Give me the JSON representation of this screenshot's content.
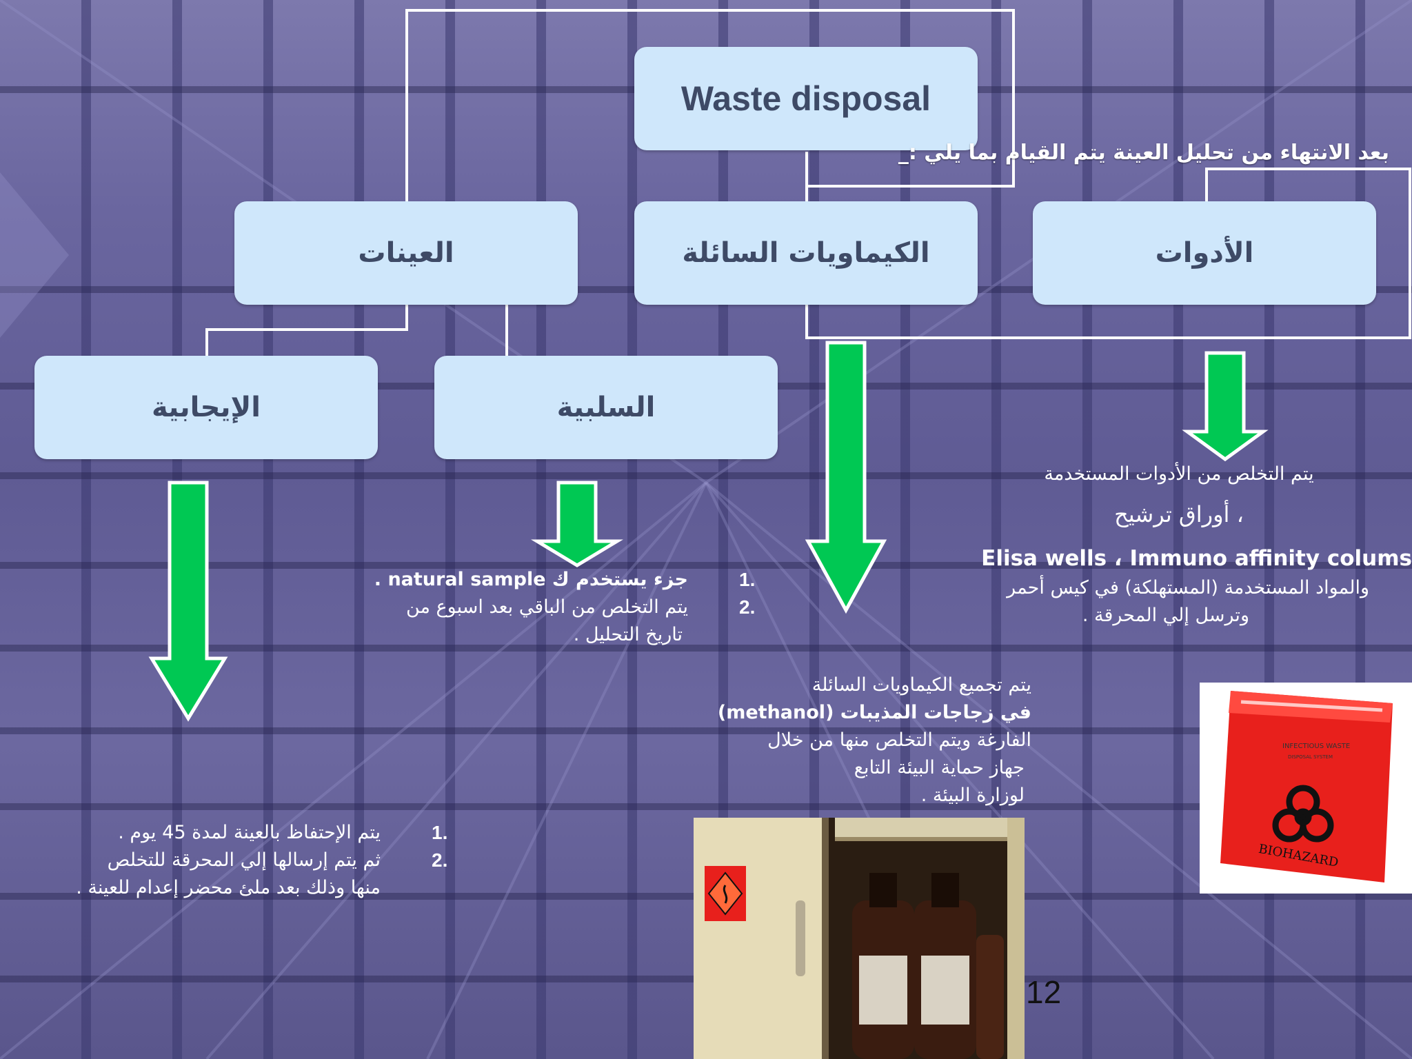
{
  "title": "Waste disposal",
  "intro": "بعد الانتهاء من تحليل العينة يتم القيام بما يلي :_",
  "categories": {
    "samples": "العينات",
    "liquid_chemicals": "الكيماويات السائلة",
    "tools": "الأدوات"
  },
  "sample_types": {
    "positive": "الإيجابية",
    "negative": "السلبية"
  },
  "negative_steps": {
    "n1": "1.",
    "n2": "2.",
    "line1": "جزء يستخدم ك natural sample .",
    "line2": "يتم التخلص من الباقي بعد اسبوع من",
    "line3": "تاريخ التحليل ."
  },
  "positive_steps": {
    "n1": "1.",
    "n2": "2.",
    "line1": "يتم الإحتفاظ بالعينة لمدة 45 يوم .",
    "line2": "ثم يتم إرسالها إلي المحرقة للتخلص",
    "line3": "منها وذلك بعد ملئ محضر إعدام للعينة ."
  },
  "chemicals_text": {
    "line1": "يتم تجميع الكيماويات السائلة",
    "line2": "في زجاجات المذيبات (methanol)",
    "line3": "الفارغة ويتم التخلص منها من خلال",
    "line4": "جهاز حماية  البيئة التابع",
    "line5": "لوزارة البيئة ."
  },
  "tools_text": {
    "line1": "يتم التخلص من الأدوات المستخدمة",
    "line2": "، أوراق ترشيح",
    "line3": "Elisa wells ، Immuno affinity colums",
    "line4": "والمواد المستخدمة (المستهلكة) في كيس أحمر",
    "line5": "وترسل إلي المحرقة ."
  },
  "biohazard_bag": {
    "label_top": "INFECTIOUS WASTE",
    "label_sub": "DISPOSAL SYSTEM",
    "label_bottom": "BIOHAZARD"
  },
  "page_number": "12",
  "colors": {
    "box_fill": "#cfe7fb",
    "box_text": "#3e4a66",
    "arrow_green": "#00c853",
    "connector": "#ffffff",
    "bag_red": "#e8201c"
  },
  "icons": [
    "down-arrow-icon",
    "biohazard-icon",
    "flammable-icon"
  ]
}
